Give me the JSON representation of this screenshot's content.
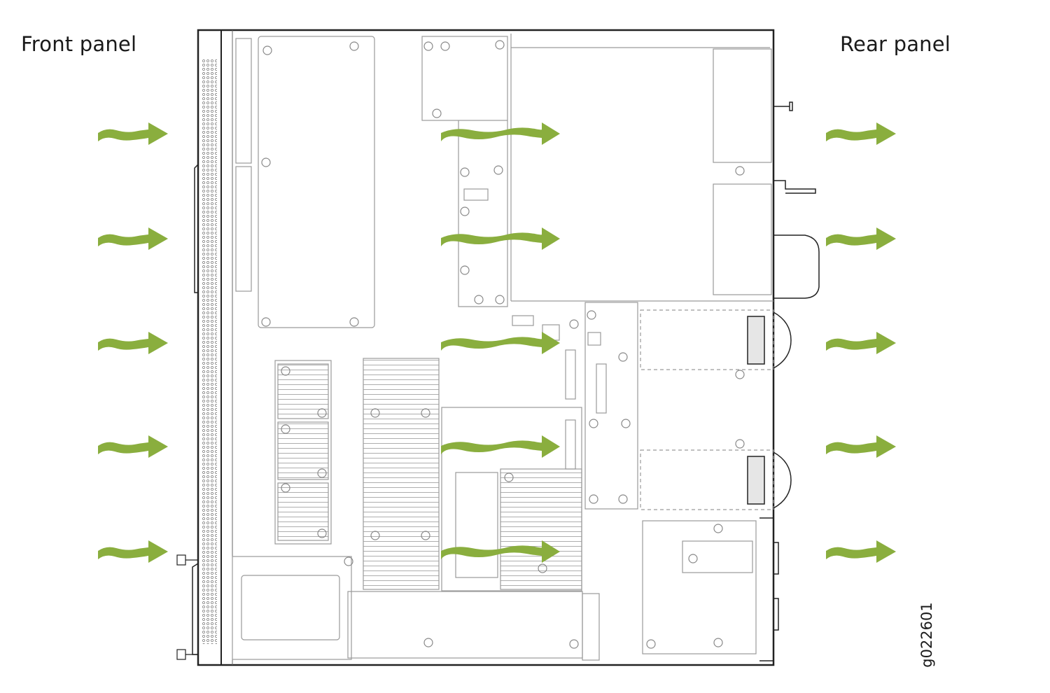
{
  "labels": {
    "front": "Front panel",
    "rear": "Rear panel",
    "figure_id": "g022601"
  },
  "colors": {
    "arrow": "#8aae3e",
    "outline": "#222222",
    "detail": "#9a9a9a"
  },
  "icons": {
    "airflow": "airflow-arrow-icon"
  }
}
